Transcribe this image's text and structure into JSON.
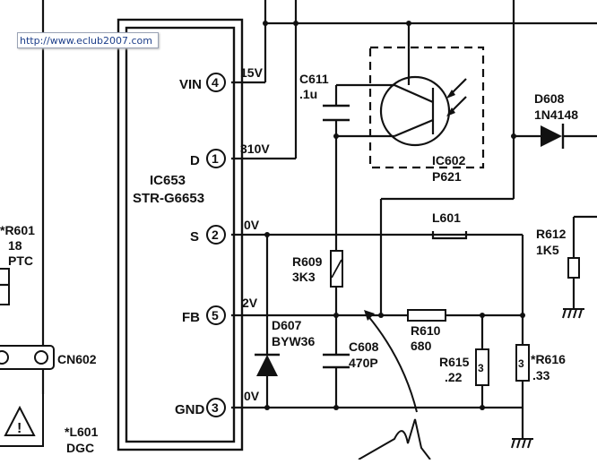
{
  "watermark": "http://www.eclub2007.com",
  "ic": {
    "ref": "IC653",
    "part": "STR-G6653",
    "pins": [
      {
        "name": "VIN",
        "num": "4",
        "voltage": "15V"
      },
      {
        "name": "D",
        "num": "1",
        "voltage": "310V"
      },
      {
        "name": "S",
        "num": "2",
        "voltage": "0V"
      },
      {
        "name": "FB",
        "num": "5",
        "voltage": "2V"
      },
      {
        "name": "GND",
        "num": "3",
        "voltage": "0V"
      }
    ]
  },
  "opto": {
    "ref": "IC602",
    "part": "P621"
  },
  "components": {
    "c611": {
      "ref": "C611",
      "value": ".1u"
    },
    "d608": {
      "ref": "D608",
      "value": "1N4148"
    },
    "l601": {
      "ref": "L601"
    },
    "r612": {
      "ref": "R612",
      "value": "1K5"
    },
    "r609": {
      "ref": "R609",
      "value": "3K3"
    },
    "r610": {
      "ref": "R610",
      "value": "680"
    },
    "c608": {
      "ref": "C608",
      "value": "470P"
    },
    "d607": {
      "ref": "D607",
      "value": "BYW36"
    },
    "r615": {
      "ref": "R615",
      "value": ".22",
      "mark": "3"
    },
    "r616": {
      "ref": "*R616",
      "value": ".33",
      "mark": "3"
    },
    "r601": {
      "ref": "*R601",
      "value": "18",
      "type": "PTC"
    },
    "cn602": {
      "ref": "CN602"
    },
    "l601b": {
      "ref": "*L601",
      "value": "DGC"
    }
  }
}
